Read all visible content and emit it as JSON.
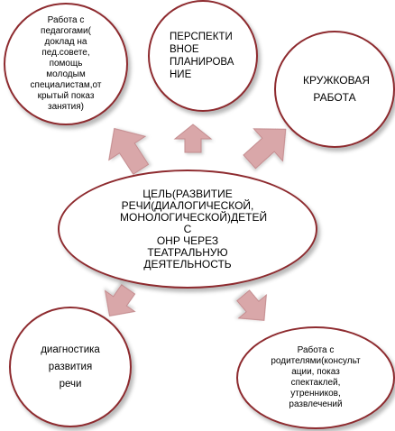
{
  "nodes": {
    "teachers": "Работа с\nпедагогами(\nдоклад на\nпед.совете,\nпомощь\nмолодым\nспециалистам,от\nкрытый показ\nзанятия)",
    "planning": "ПЕРСПЕКТИ\nВНОЕ\nПЛАНИРОВА\nНИЕ",
    "circle_work": "КРУЖКОВАЯ\nРАБОТА",
    "goal": "ЦЕЛЬ(РАЗВИТИЕ\nРЕЧИ(ДИАЛОГИЧЕСКОЙ,\nМОНОЛОГИЧЕСКОЙ)ДЕТЕЙ С\nОНР ЧЕРЕЗ ТЕАТРАЛЬНУЮ\nДЕЯТЕЛЬНОСТЬ",
    "diagnostics": "диагностика\nразвития\nречи",
    "parents": "Работа с\nродителями(консульт\nации, показ\nспектаклей,\nутренников,\nразвлечений"
  },
  "colors": {
    "node_border": "#8e2b2f",
    "arrow_fill": "#d9a7a9",
    "arrow_stroke": "#c48c8f",
    "background": "#ffffff"
  }
}
